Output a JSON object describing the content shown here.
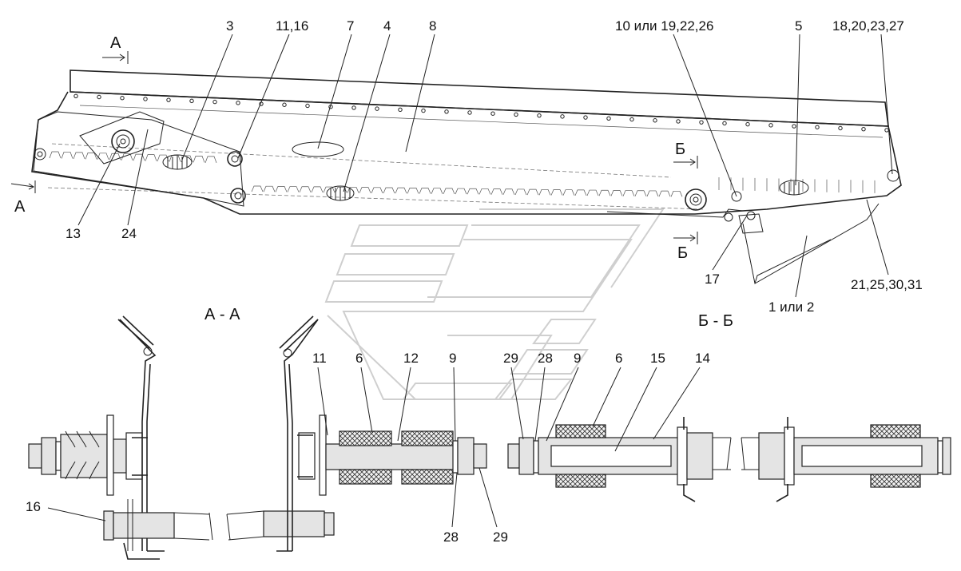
{
  "callouts": [
    {
      "id": "c3",
      "text": "3"
    },
    {
      "id": "c11_16",
      "text": "11,16"
    },
    {
      "id": "c7",
      "text": "7"
    },
    {
      "id": "c4",
      "text": "4"
    },
    {
      "id": "c8",
      "text": "8"
    },
    {
      "id": "c10",
      "text": "10 или 19,22,26"
    },
    {
      "id": "c5",
      "text": "5"
    },
    {
      "id": "c18",
      "text": "18,20,23,27"
    },
    {
      "id": "c13",
      "text": "13"
    },
    {
      "id": "c24",
      "text": "24"
    },
    {
      "id": "c17",
      "text": "17"
    },
    {
      "id": "c1or2",
      "text": "1 или 2"
    },
    {
      "id": "c21",
      "text": "21,25,30,31"
    }
  ],
  "section_marks": {
    "a_top": "А",
    "a_left": "А",
    "b_top": "Б",
    "b_bottom": "Б"
  },
  "section_titles": {
    "aa": "А - А",
    "bb": "Б - Б"
  },
  "section_aa_labels": [
    {
      "id": "s11",
      "text": "11"
    },
    {
      "id": "s6",
      "text": "6"
    },
    {
      "id": "s12",
      "text": "12"
    },
    {
      "id": "s9",
      "text": "9"
    },
    {
      "id": "s16",
      "text": "16"
    },
    {
      "id": "s28",
      "text": "28"
    },
    {
      "id": "s29",
      "text": "29"
    }
  ],
  "section_bb_labels": [
    {
      "id": "b29",
      "text": "29"
    },
    {
      "id": "b28",
      "text": "28"
    },
    {
      "id": "b9",
      "text": "9"
    },
    {
      "id": "b6",
      "text": "6"
    },
    {
      "id": "b15",
      "text": "15"
    },
    {
      "id": "b14",
      "text": "14"
    }
  ]
}
